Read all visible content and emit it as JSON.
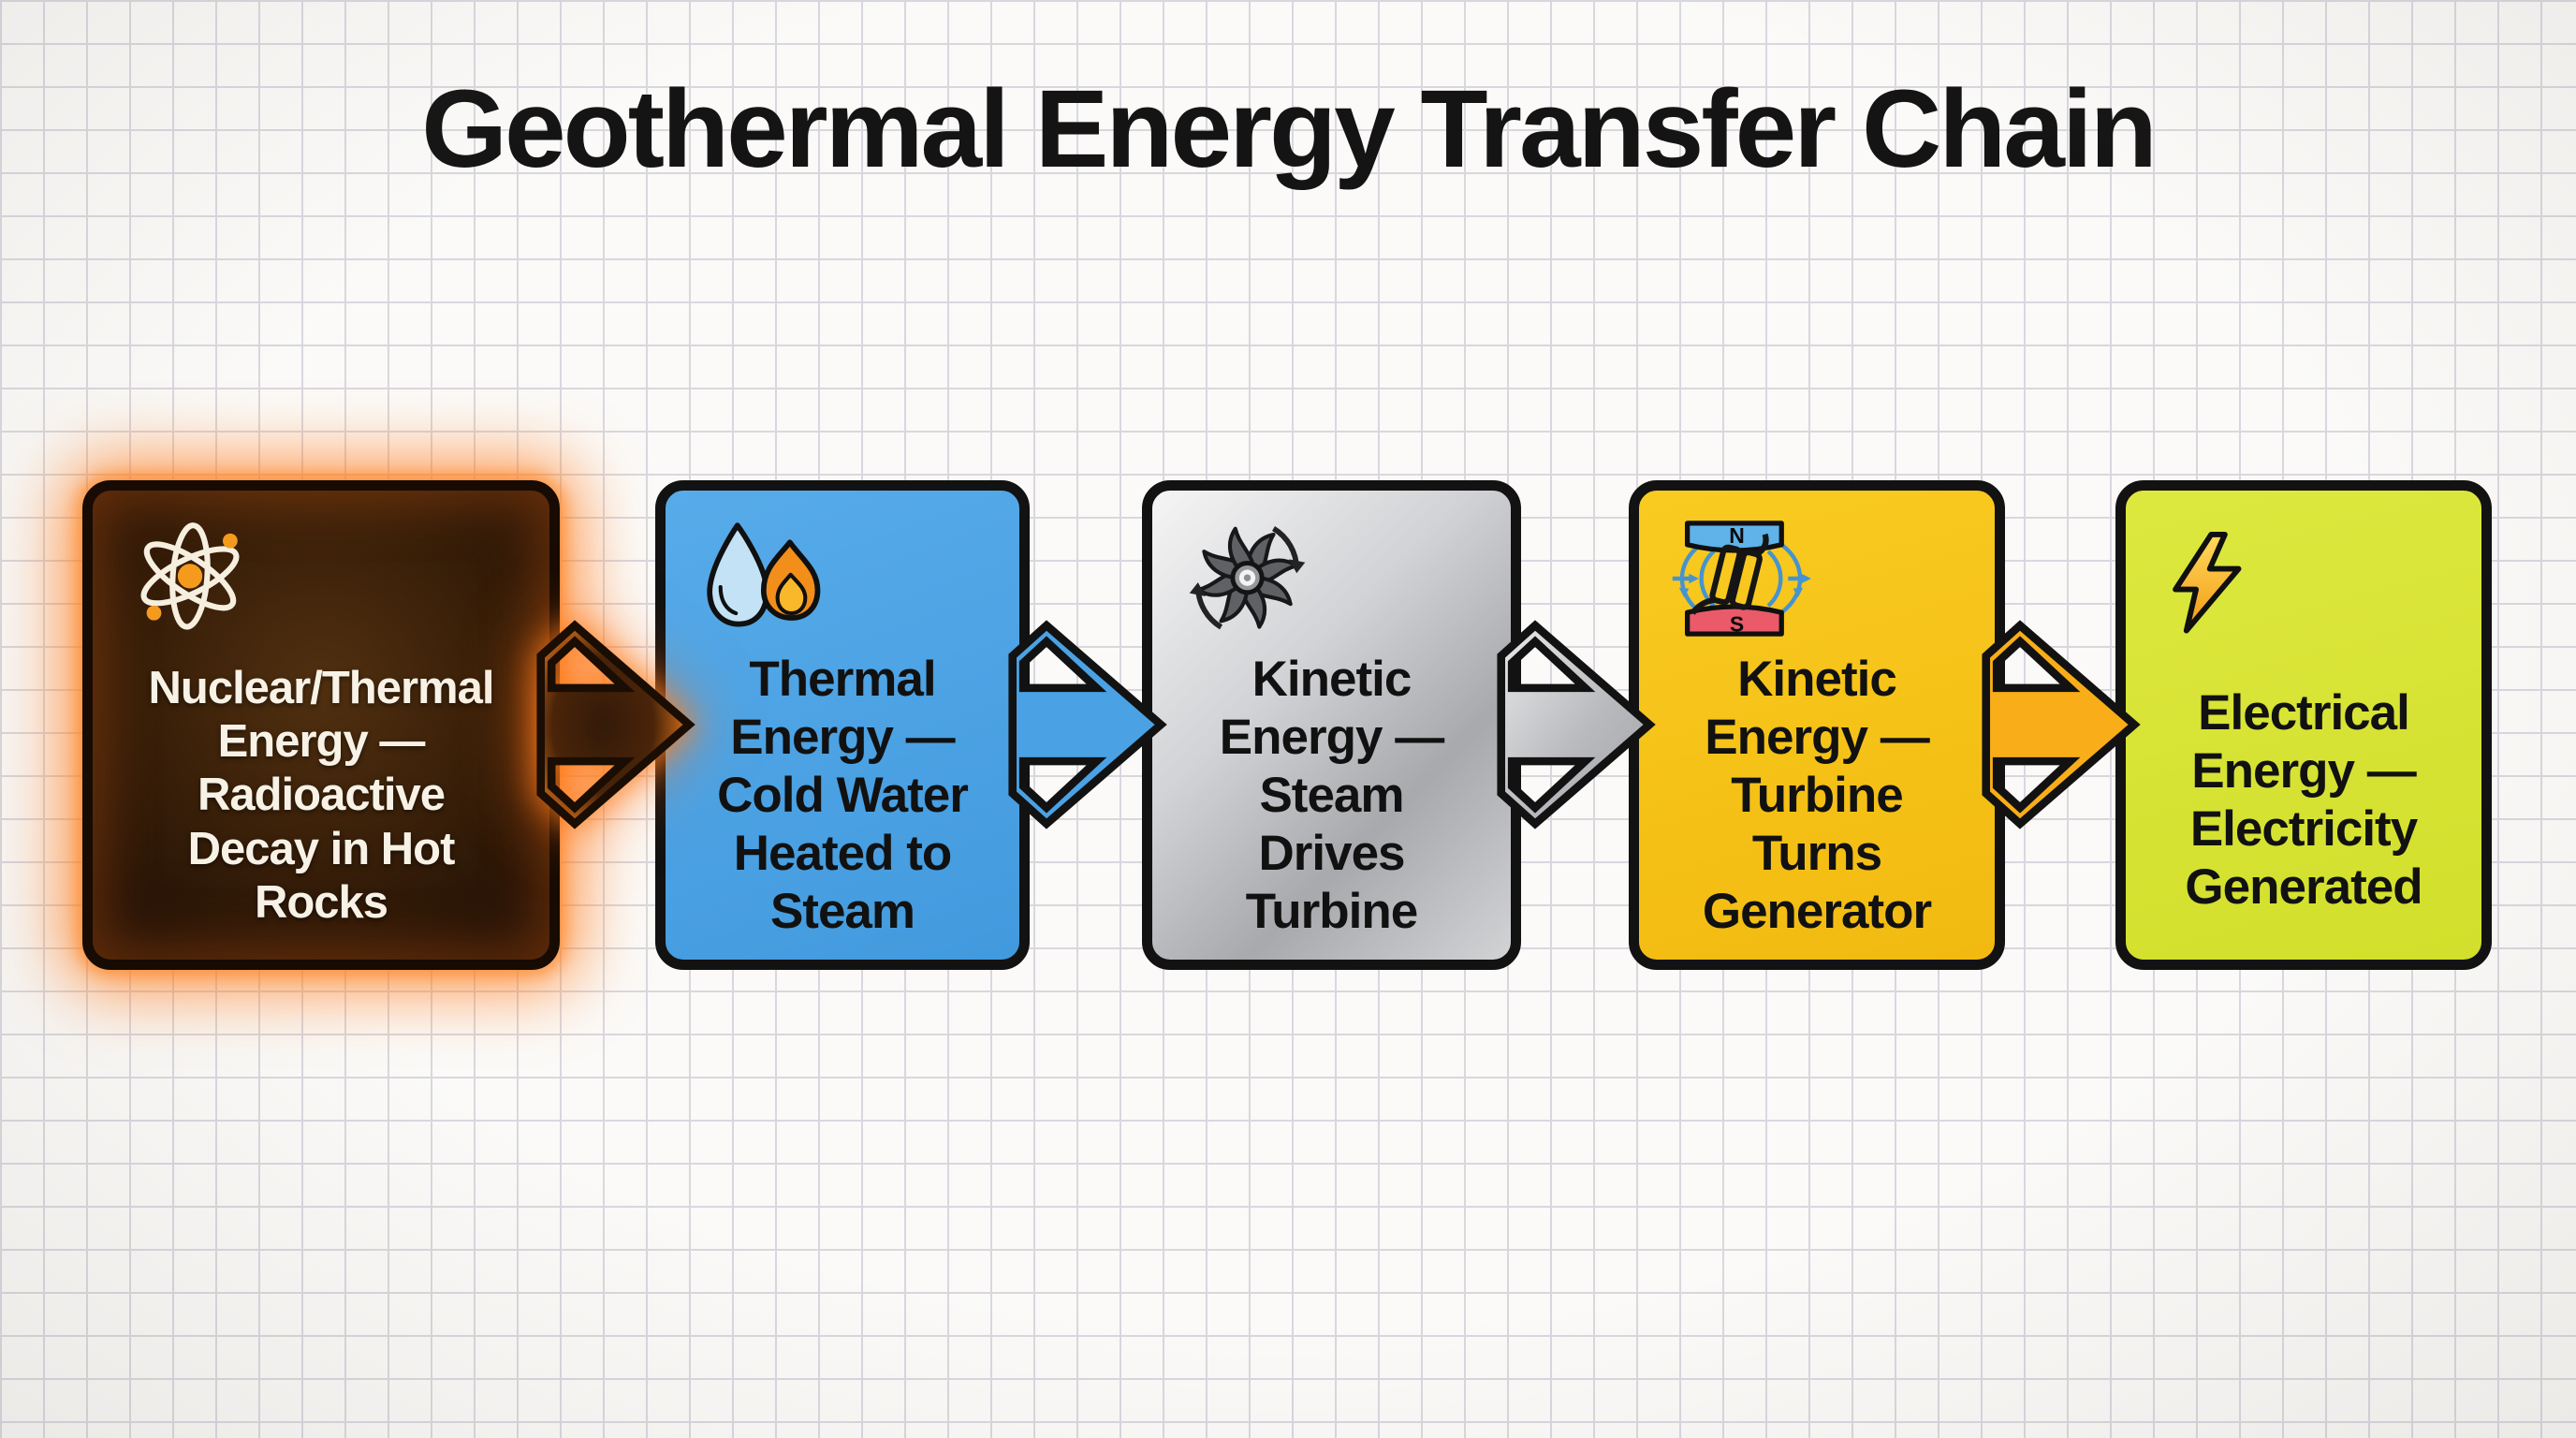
{
  "title": "Geothermal Energy Transfer Chain",
  "stages": [
    {
      "label": "Nuclear/Thermal\nEnergy —\nRadioactive\nDecay in Hot\nRocks",
      "icon": "atom-icon",
      "fill": "#3a2009",
      "glow_color": "#ff7d1f",
      "text_color": "#f8f2e6"
    },
    {
      "label": "Thermal\nEnergy —\nCold Water\nHeated to\nSteam",
      "icon": "water-flame-icon",
      "fill": "#4aa2e5",
      "text_color": "#111111"
    },
    {
      "label": "Kinetic\nEnergy —\nSteam\nDrives\nTurbine",
      "icon": "turbine-icon",
      "fill": "#c3c4c7",
      "text_color": "#111111"
    },
    {
      "label": "Kinetic\nEnergy —\nTurbine\nTurns\nGenerator",
      "icon": "generator-icon",
      "fill": "#f6c51d",
      "text_color": "#111111",
      "magnet_north_label": "N",
      "magnet_south_label": "S"
    },
    {
      "label": "Electrical\nEnergy —\nElectricity\nGenerated",
      "icon": "lightning-icon",
      "fill": "#d9e53a",
      "text_color": "#111111"
    }
  ],
  "arrows": [
    {
      "from_stage": 1,
      "to_stage": 2,
      "color": "#ee7c1d"
    },
    {
      "from_stage": 2,
      "to_stage": 3,
      "color": "#4aa2e5"
    },
    {
      "from_stage": 3,
      "to_stage": 4,
      "color": "#c0c1c4"
    },
    {
      "from_stage": 4,
      "to_stage": 5,
      "color": "#f9ad18"
    }
  ]
}
